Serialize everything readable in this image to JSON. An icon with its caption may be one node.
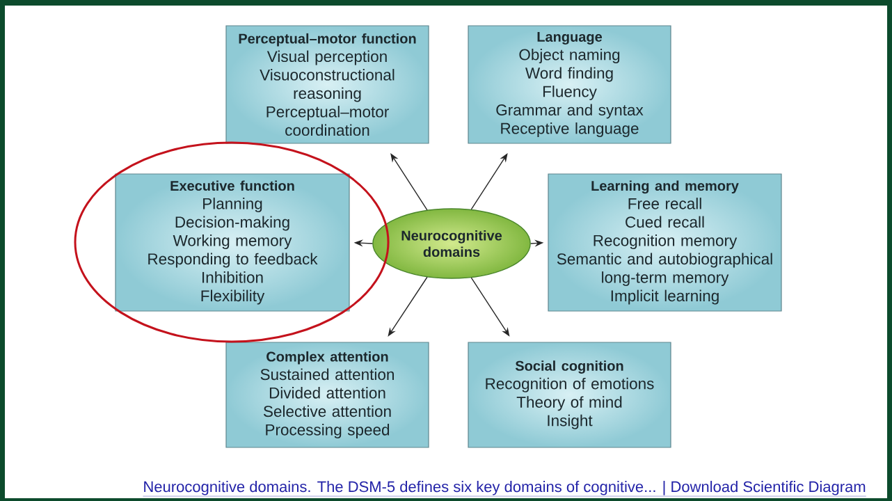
{
  "diagram": {
    "nodes": [
      {
        "text": [
          "Perceptual–motor function",
          "Visual perception",
          "Visuoconstructional reasoning",
          "Perceptual–motor coordination"
        ]
      },
      {
        "text": [
          "Language",
          "Object naming",
          "Word finding",
          "Fluency",
          "Grammar and syntax",
          "Receptive language"
        ]
      },
      {
        "text": [
          "Executive function",
          "Planning",
          "Decision-making",
          "Working memory",
          "Responding to feedback",
          "Inhibition",
          "Flexibility"
        ]
      },
      {
        "text": [
          "Neurocognitive domains"
        ]
      },
      {
        "text": [
          "Learning and memory",
          "Free recall",
          "Cued recall",
          "Recognition memory",
          "Semantic and autobiographical long-term memory",
          "Implicit learning"
        ]
      },
      {
        "text": [
          "Complex attention",
          "Sustained attention",
          "Divided attention",
          "Selective attention",
          "Processing speed"
        ]
      },
      {
        "text": [
          "Social cognition",
          "Recognition of emotions",
          "Theory of mind",
          "Insight"
        ]
      }
    ],
    "edges": [
      {
        "from": 3,
        "to": 0,
        "arrow": "to"
      },
      {
        "from": 3,
        "to": 1,
        "arrow": "to"
      },
      {
        "from": 3,
        "to": 2,
        "arrow": "to"
      },
      {
        "from": 3,
        "to": 4,
        "arrow": "to"
      },
      {
        "from": 3,
        "to": 5,
        "arrow": "to"
      },
      {
        "from": 3,
        "to": 6,
        "arrow": "to"
      }
    ],
    "caption": "Neurocognitive domains. The DSM-5 defines six key domains of cognitive... | Download Scientific Diagram"
  }
}
